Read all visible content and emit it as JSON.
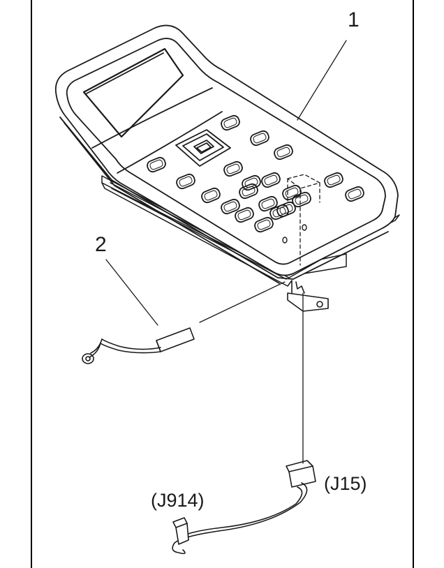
{
  "callouts": {
    "part_1": "1",
    "part_2": "2"
  },
  "connectors": {
    "j15": "(J15)",
    "j914": "(J914)"
  },
  "colors": {
    "line": "#1a1a1a",
    "background": "#ffffff"
  }
}
